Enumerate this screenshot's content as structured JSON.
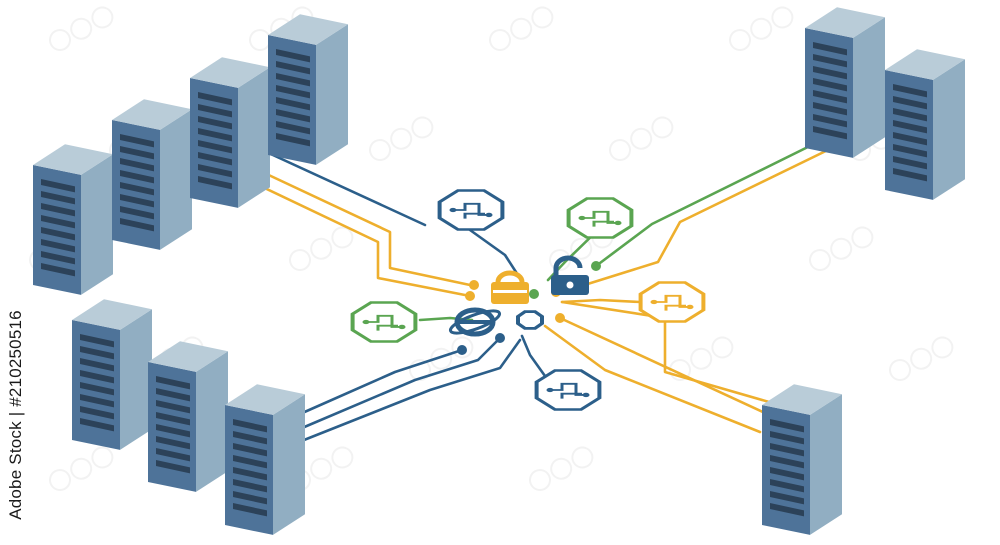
{
  "watermark": {
    "vertical_text": "Adobe Stock | #210250516"
  },
  "palette": {
    "server_front": "#4e7399",
    "server_side": "#91aec2",
    "server_top": "#b9ccd8",
    "server_slot": "#2c4259",
    "wire_blue": "#2c5f8a",
    "wire_orange": "#eeaf2d",
    "wire_green": "#5aa551"
  },
  "servers": [
    {
      "name": "rack-top-left-1"
    },
    {
      "name": "rack-top-left-2"
    },
    {
      "name": "rack-top-left-3"
    },
    {
      "name": "rack-top-left-4"
    },
    {
      "name": "rack-top-right-1"
    },
    {
      "name": "rack-top-right-2"
    },
    {
      "name": "rack-bottom-left-1"
    },
    {
      "name": "rack-bottom-left-2"
    },
    {
      "name": "rack-bottom-left-3"
    },
    {
      "name": "rack-bottom-right-1"
    }
  ],
  "hub_icons": [
    "padlock-icon",
    "unlocked-padlock-icon",
    "internet-explorer-icon",
    "circle-node-icon"
  ],
  "circuit_badges": [
    {
      "name": "circuit-badge-blue-top",
      "color": "blue"
    },
    {
      "name": "circuit-badge-green-top-right",
      "color": "green"
    },
    {
      "name": "circuit-badge-green-left",
      "color": "green"
    },
    {
      "name": "circuit-badge-orange-right",
      "color": "orange"
    },
    {
      "name": "circuit-badge-blue-bottom",
      "color": "blue"
    }
  ]
}
